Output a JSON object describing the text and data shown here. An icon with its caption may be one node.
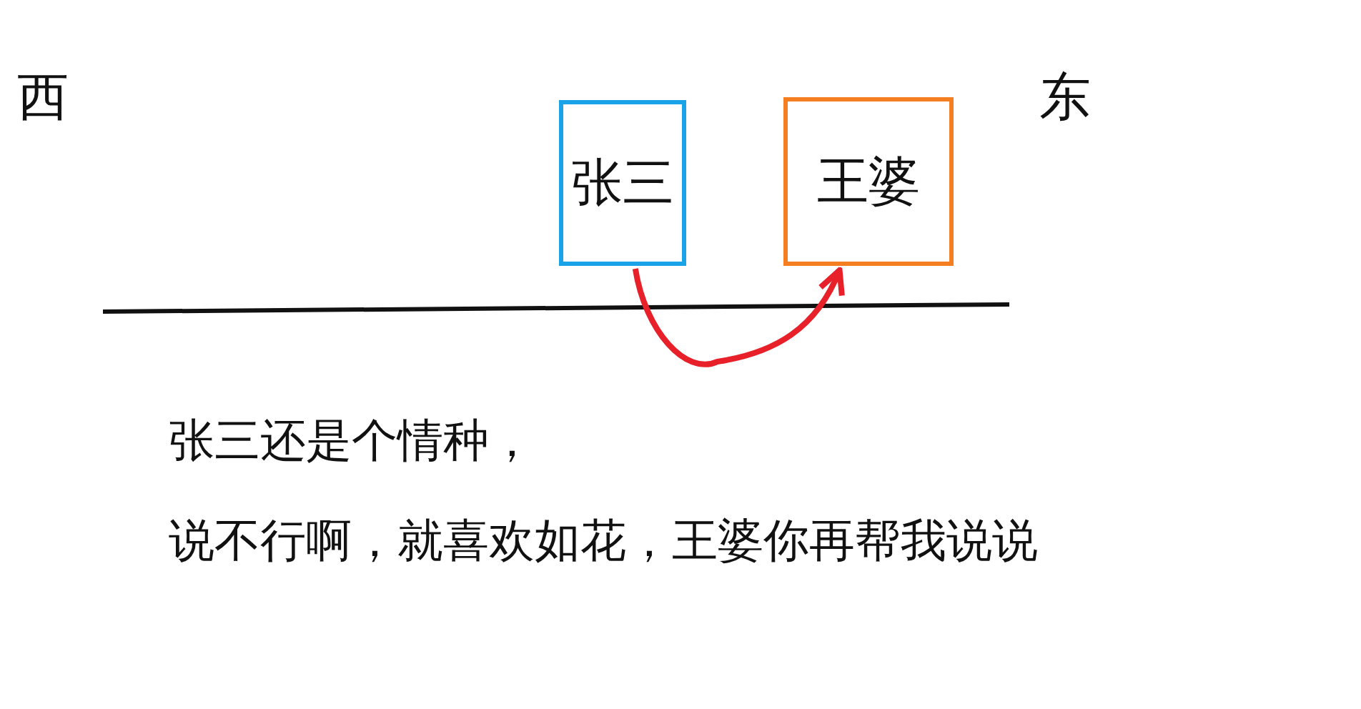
{
  "diagram": {
    "nodes": [
      {
        "text": [
          "张三"
        ]
      },
      {
        "text": [
          "王婆"
        ]
      }
    ],
    "edges": [
      {
        "from": 0,
        "to": 1,
        "arrow": "to",
        "color": "#e8202a"
      }
    ],
    "labels": [
      "西",
      "东",
      "张三还是个情种，",
      "说不行啊，就喜欢如花，王婆你再帮我说说"
    ]
  }
}
